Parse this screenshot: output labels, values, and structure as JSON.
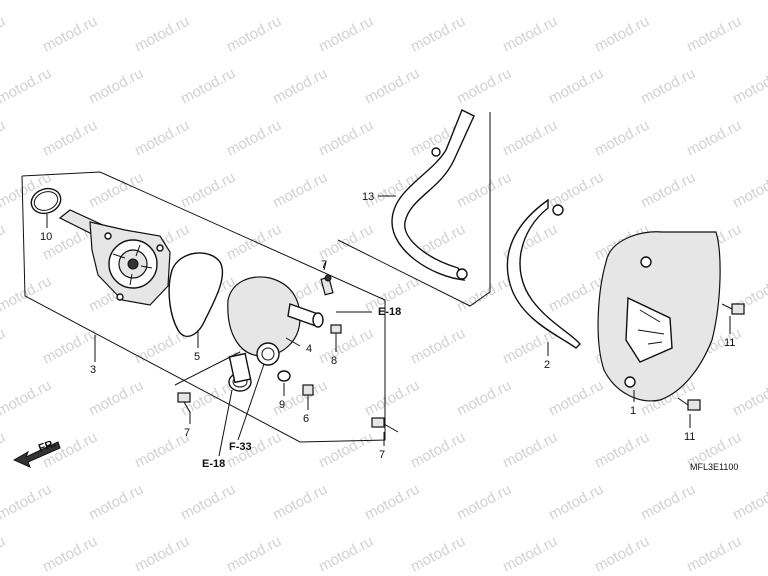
{
  "watermark": "motod.ru",
  "diagram_code": "MFL3E1100",
  "direction_label": "FR.",
  "refs": {
    "e18_right": "E-18",
    "e18_bottom": "E-18",
    "f33": "F-33"
  },
  "callouts": {
    "p1": "1",
    "p2": "2",
    "p3": "3",
    "p4": "4",
    "p5": "5",
    "p6": "6",
    "p7a": "7",
    "p7b": "7",
    "p7c": "7",
    "p8": "8",
    "p9": "9",
    "p10": "10",
    "p11a": "11",
    "p11b": "11",
    "p13": "13"
  }
}
